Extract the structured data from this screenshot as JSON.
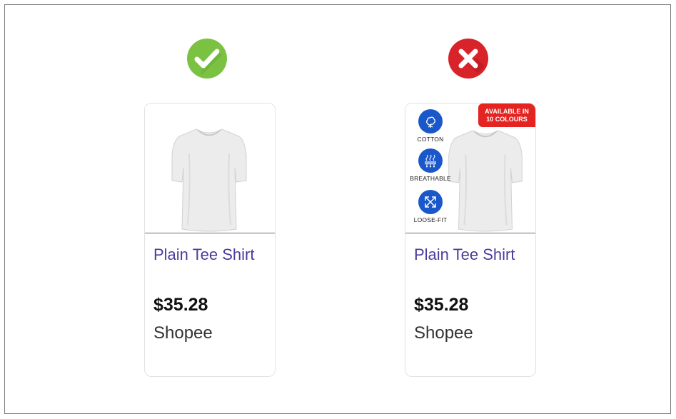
{
  "good_example": {
    "status_icon": "check-icon",
    "status_color": "#7cc242",
    "product": {
      "title": "Plain Tee Shirt",
      "price": "$35.28",
      "store": "Shopee"
    }
  },
  "bad_example": {
    "status_icon": "cross-icon",
    "status_color": "#d8232a",
    "badge_line1": "AVAILABLE IN",
    "badge_line2": "10 COLOURS",
    "features": [
      {
        "icon": "cotton-icon",
        "label": "COTTON"
      },
      {
        "icon": "breathable-icon",
        "label": "BREATHABLE"
      },
      {
        "icon": "loose-fit-icon",
        "label": "LOOSE-FIT"
      }
    ],
    "product": {
      "title": "Plain Tee Shirt",
      "price": "$35.28",
      "store": "Shopee"
    }
  },
  "colors": {
    "title": "#4a3d9c",
    "feature_blue": "#1a57c9",
    "badge_red": "#e52321"
  }
}
